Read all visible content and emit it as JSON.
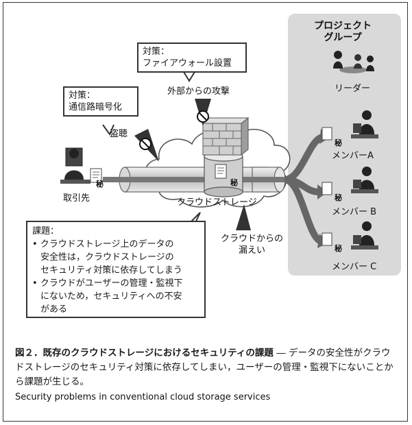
{
  "project_group": {
    "title_line1": "プロジェクト",
    "title_line2": "グループ"
  },
  "roles": {
    "leader": "リーダー",
    "member_a": "メンバーA",
    "member_b": "メンバー B",
    "member_c": "メンバー C",
    "client": "取引先"
  },
  "measures": {
    "firewall_line1": "対策：",
    "firewall_line2": "ファイアウォール設置",
    "encryption_line1": "対策：",
    "encryption_line2": "通信路暗号化"
  },
  "threats": {
    "external_attack": "外部からの攻撃",
    "eavesdrop": "盗聴",
    "leak_line1": "クラウドからの",
    "leak_line2": "漏えい"
  },
  "cloud_label": "クラウドストレージ",
  "secret_mark": "秘",
  "issues": {
    "heading": "課題：",
    "item1_line1": "• クラウドストレージ上のデータの",
    "item1_line2": "安全性は，クラウドストレージの",
    "item1_line3": "セキュリティ対策に依存してしまう",
    "item2_line1": "• クラウドがユーザーの管理・監視下",
    "item2_line2": "にないため，セキュリティへの不安",
    "item2_line3": "がある"
  },
  "caption": {
    "title": "図２．既存のクラウドストレージにおけるセキュリティの課題",
    "body": " ― データの安全性がクラウドストレージのセキュリティ対策に依存してしまい，ユーザーの管理・監視下にないことから課題が生じる。",
    "english": "Security problems in conventional cloud storage services"
  }
}
